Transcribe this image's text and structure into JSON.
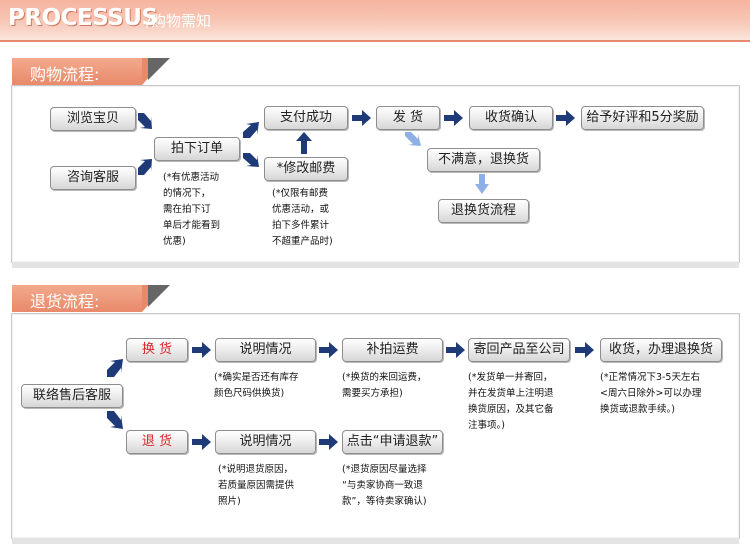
{
  "header": {
    "title": "PROCESSUS",
    "subtitle": "/购物需知"
  },
  "shopping": {
    "tab": "购物流程:",
    "browse": "浏览宝贝",
    "consult": "咨询客服",
    "order": "拍下订单",
    "pay": "支付成功",
    "ship": "发  货",
    "receive": "收货确认",
    "review": "给予好评和5分奖励",
    "unsatisfied": "不满意，退换货",
    "return_flow": "退换货流程",
    "modify_postage": "*修改邮费",
    "order_note": "(*有优惠活动\n的情况下，\n需在拍下订\n单后才能看到\n优惠)",
    "postage_note": "(*仅限有邮费\n优惠活动，或\n拍下多件累计\n不超重产品时)"
  },
  "returns": {
    "tab": "退货流程:",
    "contact": "联络售后客服",
    "exchange": "换  货",
    "refund": "退  货",
    "explain1": "说明情况",
    "explain2": "说明情况",
    "repay_shipping": "补拍运费",
    "send_back": "寄回产品至公司",
    "receive_process": "收货，办理退换货",
    "apply_refund": "点击“申请退款”",
    "note_explain1": "(*确实是否还有库存\n颜色尺码供换货)",
    "note_shipping": "(*换货的来回运费，\n需要买方承担)",
    "note_send": "(*发货单一并寄回，\n并在发货单上注明退\n换货原因，及其它备\n注事项。)",
    "note_receive": "(*正常情况下3-5天左右\n<周六日除外>可以办理\n换货或退款手续。)",
    "note_explain2": "(*说明退货原因，\n若质量原因需提供\n照片)",
    "note_apply": "(*退货原因尽量选择\n“与卖家协商一致退\n款”，等待卖家确认)"
  },
  "colors": {
    "banner": "#f6b49f",
    "tab": "#e9896a",
    "arrow_dark": "#1e3a78",
    "arrow_light": "#8fb0e4",
    "red_text": "#d9262b"
  }
}
